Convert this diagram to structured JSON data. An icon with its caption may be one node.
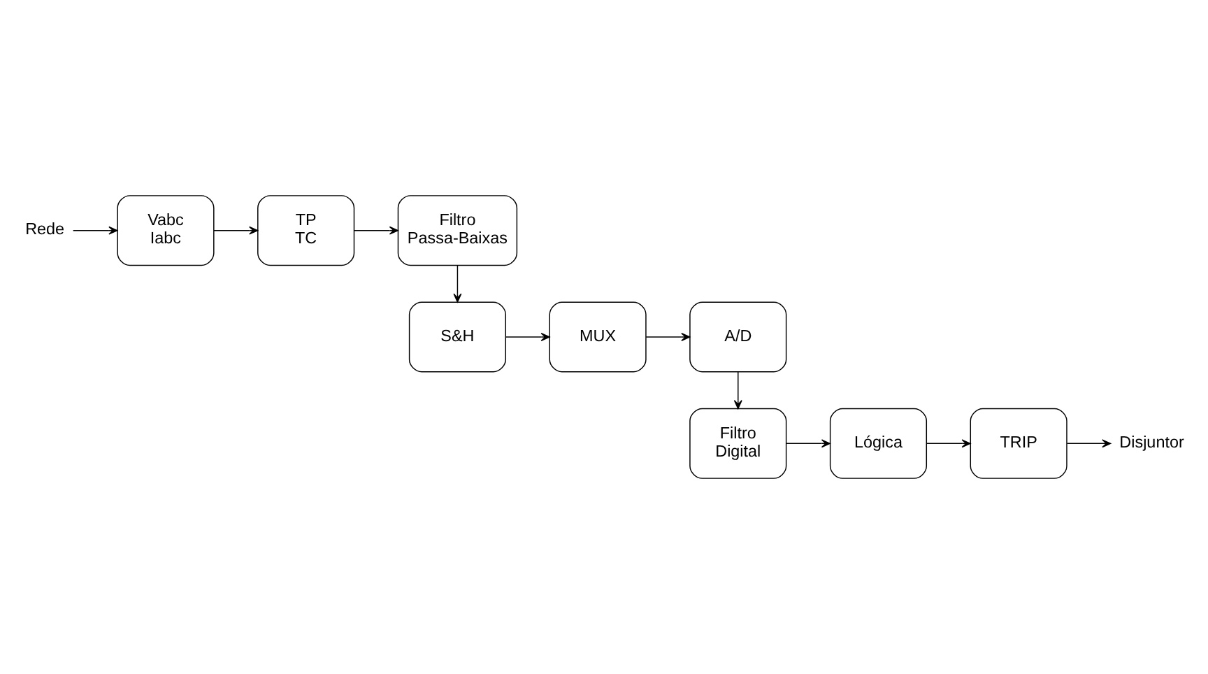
{
  "diagram": {
    "nodes": [
      {
        "text": [
          "Rede"
        ]
      },
      {
        "text": [
          "Vabc Iabc"
        ]
      },
      {
        "text": [
          "TP TC"
        ]
      },
      {
        "text": [
          "Filtro Passa-Baixas"
        ]
      },
      {
        "text": [
          "S&H"
        ]
      },
      {
        "text": [
          "MUX"
        ]
      },
      {
        "text": [
          "A/D"
        ]
      },
      {
        "text": [
          "Filtro Digital"
        ]
      },
      {
        "text": [
          "Lógica"
        ]
      },
      {
        "text": [
          "TRIP"
        ]
      },
      {
        "text": [
          "Disjuntor"
        ]
      }
    ],
    "edges": [
      {
        "from": 0,
        "to": 1,
        "arrow": "to"
      },
      {
        "from": 1,
        "to": 2,
        "arrow": "to"
      },
      {
        "from": 2,
        "to": 3,
        "arrow": "to"
      },
      {
        "from": 3,
        "to": 4,
        "arrow": "to"
      },
      {
        "from": 4,
        "to": 5,
        "arrow": "to"
      },
      {
        "from": 5,
        "to": 6,
        "arrow": "to"
      },
      {
        "from": 6,
        "to": 7,
        "arrow": "to"
      },
      {
        "from": 7,
        "to": 8,
        "arrow": "to"
      },
      {
        "from": 8,
        "to": 9,
        "arrow": "to"
      },
      {
        "from": 9,
        "to": 10,
        "arrow": "to"
      }
    ]
  }
}
